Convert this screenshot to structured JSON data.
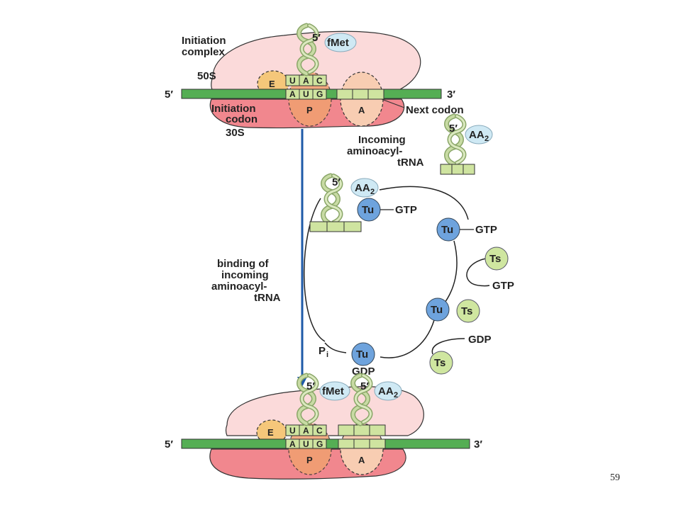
{
  "title": {
    "line1": "Initiation",
    "line2": "complex"
  },
  "labels": {
    "subunit_large": "50S",
    "subunit_small": "30S",
    "prime5": "5′",
    "prime3": "3′",
    "initiation_codon_line1": "Initiation",
    "initiation_codon_line2": "codon",
    "next_codon": "Next codon",
    "incoming_line1": "Incoming",
    "incoming_line2": "aminoacyl-",
    "incoming_line3": "tRNA",
    "binding_line1": "binding of",
    "binding_line2": "incoming",
    "binding_line3": "aminoacyl-",
    "binding_line4": "tRNA"
  },
  "sites": {
    "e": "E",
    "p": "P",
    "a": "A"
  },
  "anticodon": [
    "U",
    "A",
    "C"
  ],
  "codon": [
    "A",
    "U",
    "G"
  ],
  "molecules": {
    "fmet": "fMet",
    "aa": "AA",
    "aa_sub": "2",
    "tu": "Tu",
    "ts": "Ts",
    "gtp": "GTP",
    "gdp": "GDP",
    "pi": "P",
    "pi_sub": "i"
  },
  "slide_number": "59",
  "colors": {
    "mrna": "#55ae54",
    "large_subunit": "#fbdada",
    "small_subunit": "#f1878e",
    "e_site": "#f5c77a",
    "p_site": "#f0a070",
    "a_site": "#f8cdb2",
    "codon_box": "#cfe4a0",
    "trna": "#c8dba4",
    "fmet": "#cfe9f4",
    "tu": "#6ea3dd",
    "ts": "#cfe6a0",
    "arrow": "#1e5aa8"
  }
}
